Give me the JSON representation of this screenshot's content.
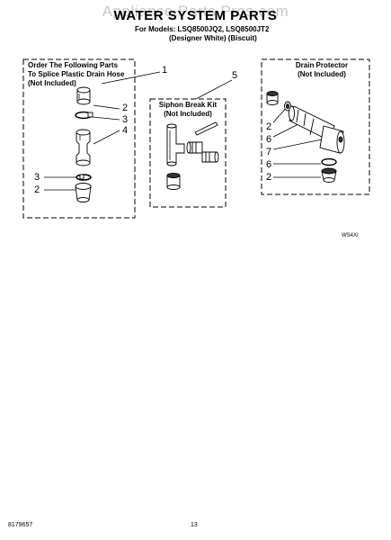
{
  "watermark": "Appliance Parts Pros.com",
  "header": {
    "title": "WATER SYSTEM PARTS",
    "models_line": "For Models: LSQ8500JQ2, LSQ8500JT2",
    "versions_line": "(Designer White)   (Biscuit)"
  },
  "boxes": {
    "left": {
      "title_lines": [
        "Order The Following Parts",
        "To Splice Plastic Drain Hose",
        "(Not Included)"
      ]
    },
    "middle": {
      "title_lines": [
        "Siphon Break Kit",
        "(Not Included)"
      ]
    },
    "right": {
      "title_lines": [
        "Drain Protector",
        "(Not Included)"
      ]
    }
  },
  "callouts": {
    "left_box_ref": "1",
    "left": [
      "2",
      "3",
      "4",
      "3",
      "2"
    ],
    "middle_box_ref": "5",
    "right": [
      "2",
      "6",
      "7",
      "6",
      "2"
    ]
  },
  "diagram_code": "WS4XI",
  "footer": {
    "doc_number": "8179657",
    "page_number": "13"
  },
  "colors": {
    "line": "#000000",
    "part_fill": "#ffffff",
    "part_shade": "#333333",
    "watermark": "#c8c8c8"
  }
}
